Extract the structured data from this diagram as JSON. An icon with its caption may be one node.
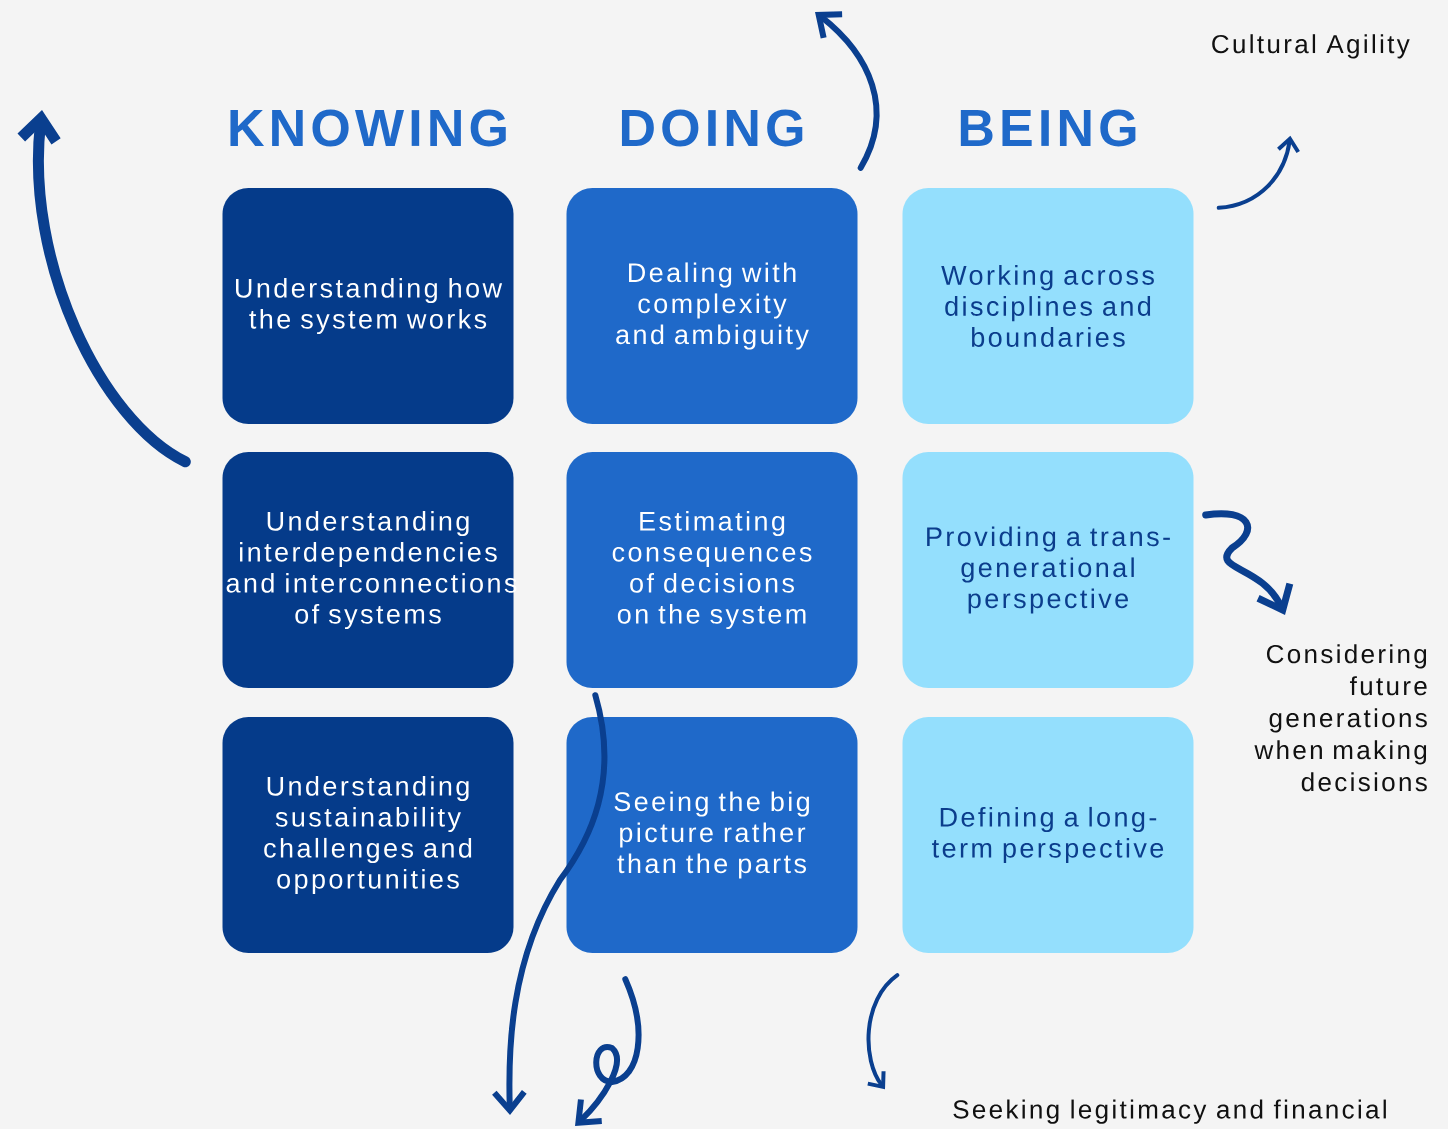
{
  "diagram": {
    "nodes": [
      {
        "text": [
          "Understanding how the system works"
        ]
      },
      {
        "text": [
          "Dealing with complexity and ambiguity"
        ]
      },
      {
        "text": [
          "Working across disciplines and boundaries"
        ]
      },
      {
        "text": [
          "Understanding interdependencies and interconnections of systems"
        ]
      },
      {
        "text": [
          "Estimating consequences of decisions on the system"
        ]
      },
      {
        "text": [
          "Providing a trans- generational perspective"
        ]
      },
      {
        "text": [
          "Understanding sustainability challenges and opportunities"
        ]
      },
      {
        "text": [
          "Seeing the big picture rather than the parts"
        ]
      },
      {
        "text": [
          "Defining a long-term perspective"
        ]
      },
      {
        "text": [
          "Cultural Agility"
        ]
      },
      {
        "text": [
          "Considering future generations when making decisions"
        ]
      },
      {
        "text": [
          "Seeking legitimacy and financial"
        ]
      }
    ],
    "edges": [
      {
        "from": 3,
        "to": null,
        "arrow": "to",
        "style": "thick"
      },
      {
        "from": 1,
        "to": null,
        "arrow": "to"
      },
      {
        "from": 2,
        "to": 9,
        "arrow": "to"
      },
      {
        "from": 5,
        "to": 10,
        "arrow": "to"
      },
      {
        "from": 8,
        "to": 11,
        "arrow": "to"
      },
      {
        "from": 4,
        "to": null,
        "arrow": "to"
      },
      {
        "from": 7,
        "to": null,
        "arrow": "to"
      }
    ],
    "labels": [
      "KNOWING",
      "DOING",
      "BEING"
    ]
  }
}
